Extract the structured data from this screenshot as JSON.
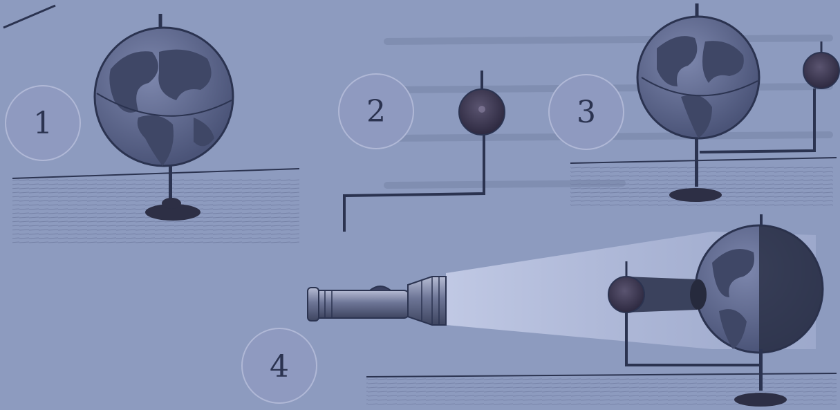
{
  "steps": [
    {
      "id": "1",
      "label": "1"
    },
    {
      "id": "2",
      "label": "2"
    },
    {
      "id": "3",
      "label": "3"
    },
    {
      "id": "4",
      "label": "4"
    }
  ],
  "colors": {
    "paper": "#8d9bbf",
    "ink": "#2b3350",
    "globe_land": "#3f4766",
    "globe_ocean": "#6a7499",
    "moon_ball": "#3a3550",
    "badge_fill": "#8f9ac0",
    "badge_stroke": "#b0b8d6",
    "light_beam": "#b7c1e0",
    "shadow_cone": "#2f3550"
  },
  "icons": [
    "globe-icon",
    "moon-ball-icon",
    "flashlight-icon"
  ]
}
